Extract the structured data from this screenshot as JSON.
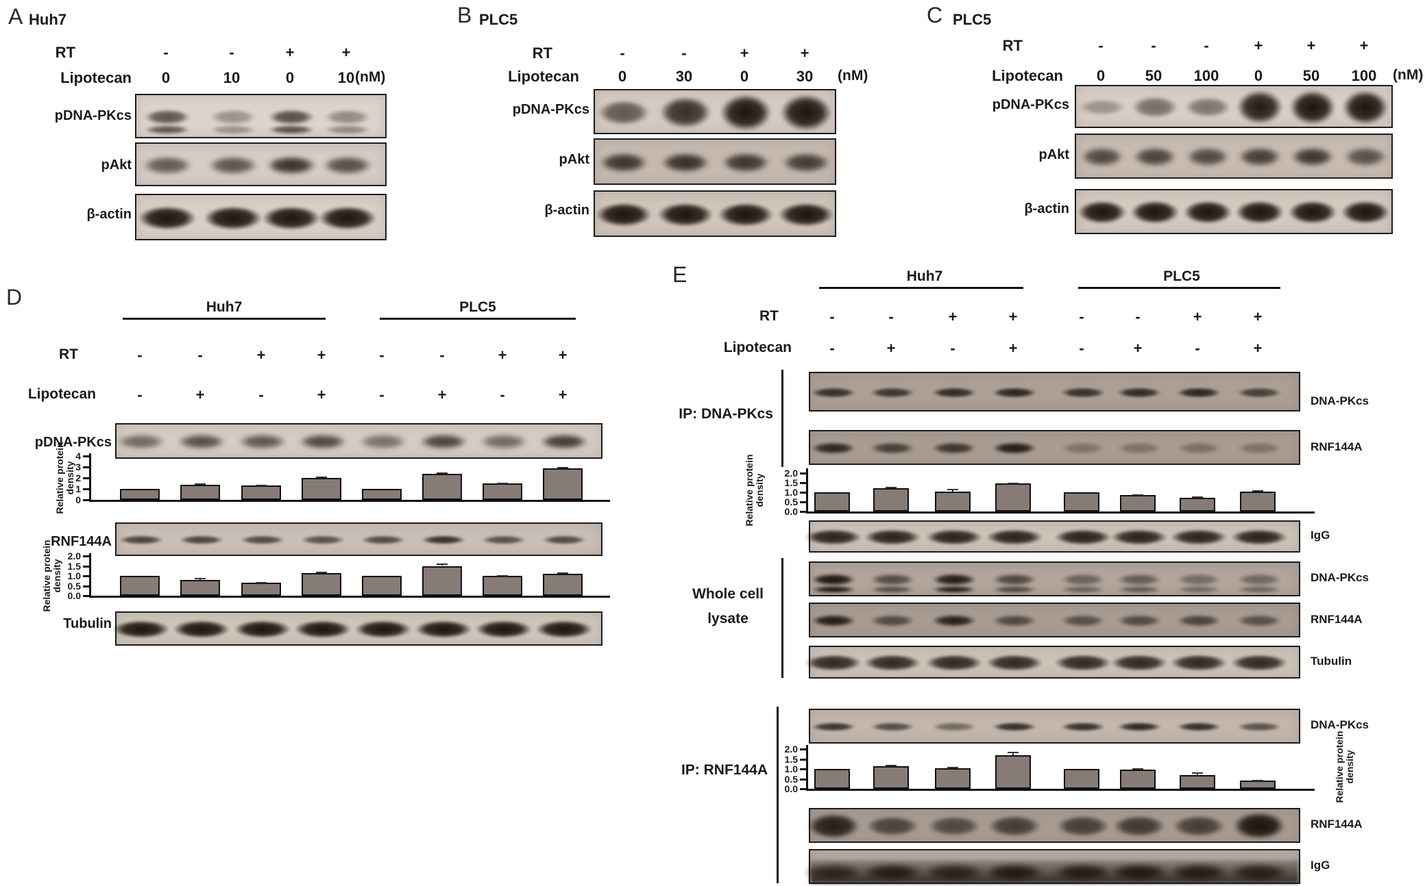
{
  "colors": {
    "bar_fill": "#867b75",
    "band_ink": "#150d08",
    "axis": "#111111"
  },
  "panels": {
    "A": {
      "letter": "A",
      "title": "Huh7",
      "rows": [
        {
          "label": "RT",
          "values": [
            "-",
            "-",
            "+",
            "+"
          ]
        },
        {
          "label": "Lipotecan",
          "values": [
            "0",
            "10",
            "0",
            "10"
          ],
          "unit": "(nM)"
        }
      ],
      "blots": [
        {
          "label": "pDNA-PKcs",
          "style": "double",
          "bg": "#ddd4cd",
          "bands": [
            0.55,
            0.12,
            0.6,
            0.18
          ]
        },
        {
          "label": "pAkt",
          "style": "fuzzy",
          "bg": "#d6cdc6",
          "bands": [
            0.5,
            0.55,
            0.8,
            0.6
          ]
        },
        {
          "label": "β-actin",
          "style": "thick",
          "bg": "#d8d0c6",
          "bands": [
            1,
            1,
            1,
            1
          ]
        }
      ]
    },
    "B": {
      "letter": "B",
      "title": "PLC5",
      "rows": [
        {
          "label": "RT",
          "values": [
            "-",
            "-",
            "+",
            "+"
          ]
        },
        {
          "label": "Lipotecan",
          "values": [
            "0",
            "30",
            "0",
            "30"
          ],
          "unit": "(nM)"
        }
      ],
      "blots": [
        {
          "label": "pDNA-PKcs",
          "style": "blob",
          "bg": "#d5cbc3",
          "bands": [
            0.5,
            0.8,
            1,
            1
          ]
        },
        {
          "label": "pAkt",
          "style": "fuzzy",
          "bg": "#c6bab0",
          "bands": [
            0.75,
            0.8,
            0.75,
            0.7
          ]
        },
        {
          "label": "β-actin",
          "style": "thick",
          "bg": "#cfc5ba",
          "bands": [
            1,
            1,
            1,
            1
          ]
        }
      ]
    },
    "C": {
      "letter": "C",
      "title": "PLC5",
      "rows": [
        {
          "label": "RT",
          "values": [
            "-",
            "-",
            "-",
            "+",
            "+",
            "+"
          ]
        },
        {
          "label": "Lipotecan",
          "values": [
            "0",
            "50",
            "100",
            "0",
            "50",
            "100"
          ],
          "unit": "(nM)"
        }
      ],
      "blots": [
        {
          "label": "pDNA-PKcs",
          "style": "blob",
          "bg": "#d8cec6",
          "bands": [
            0.1,
            0.35,
            0.3,
            0.95,
            1,
            1
          ]
        },
        {
          "label": "pAkt",
          "style": "fuzzy",
          "bg": "#c8bcb2",
          "bands": [
            0.6,
            0.65,
            0.6,
            0.7,
            0.75,
            0.55
          ]
        },
        {
          "label": "β-actin",
          "style": "thick",
          "bg": "#d3c9bf",
          "bands": [
            1,
            1,
            1,
            1,
            1,
            1
          ]
        }
      ]
    },
    "D": {
      "letter": "D",
      "groups": [
        {
          "label": "Huh7"
        },
        {
          "label": "PLC5"
        }
      ],
      "rows": [
        {
          "label": "RT",
          "values": [
            "-",
            "-",
            "+",
            "+",
            "-",
            "-",
            "+",
            "+"
          ]
        },
        {
          "label": "Lipotecan",
          "values": [
            "-",
            "+",
            "-",
            "+",
            "-",
            "+",
            "-",
            "+"
          ]
        }
      ],
      "blots": [
        {
          "label": "pDNA-PKcs",
          "style": "fuzzy",
          "bg": "#d5ccc4",
          "bands": [
            0.4,
            0.6,
            0.55,
            0.65,
            0.35,
            0.7,
            0.4,
            0.75
          ]
        },
        {
          "label": "RNF144A",
          "style": "thin",
          "bg": "#cabfb6",
          "bands": [
            0.65,
            0.65,
            0.6,
            0.55,
            0.6,
            0.8,
            0.55,
            0.6
          ]
        },
        {
          "label": "Tubulin",
          "style": "thick",
          "bg": "#cfc6bc",
          "bands": [
            1,
            1,
            1,
            1,
            1,
            1,
            1,
            1
          ]
        }
      ],
      "charts": [
        {
          "ylabel": "Relative protein density",
          "ymax": 4,
          "tick_labels": [
            "4",
            "3",
            "2",
            "1",
            "0"
          ],
          "values": [
            1.0,
            1.4,
            1.3,
            2.0,
            1.0,
            2.4,
            1.5,
            2.9
          ],
          "errors": [
            0,
            0.07,
            0.06,
            0.12,
            0,
            0.1,
            0.07,
            0.1
          ]
        },
        {
          "ylabel": "Relative protein density",
          "ymax": 2,
          "tick_labels": [
            "2.0",
            "1.5",
            "1.0",
            "0.5",
            "0.0"
          ],
          "values": [
            1.0,
            0.8,
            0.65,
            1.15,
            1.0,
            1.5,
            1.0,
            1.1
          ],
          "errors": [
            0,
            0.08,
            0.05,
            0.06,
            0,
            0.12,
            0.05,
            0.08
          ]
        }
      ]
    },
    "E": {
      "letter": "E",
      "groups": [
        {
          "label": "Huh7"
        },
        {
          "label": "PLC5"
        }
      ],
      "rows": [
        {
          "label": "RT",
          "values": [
            "-",
            "-",
            "+",
            "+",
            "-",
            "-",
            "+",
            "+"
          ]
        },
        {
          "label": "Lipotecan",
          "values": [
            "-",
            "+",
            "-",
            "+",
            "-",
            "+",
            "-",
            "+"
          ]
        }
      ],
      "sections": [
        {
          "label": "IP: DNA-PKcs",
          "items": [
            {
              "kind": "blot",
              "label": "DNA-PKcs",
              "style": "thin",
              "bg": "#aca096",
              "bands": [
                0.75,
                0.7,
                0.8,
                0.85,
                0.75,
                0.8,
                0.85,
                0.6
              ]
            },
            {
              "kind": "blot",
              "label": "RNF144A",
              "style": "normal",
              "bg": "#a99d93",
              "bands": [
                0.85,
                0.6,
                0.7,
                0.95,
                0.08,
                0.1,
                0.12,
                0.1
              ]
            },
            {
              "kind": "chart",
              "ylabel": "Relative protein density",
              "ymax": 2,
              "tick_labels": [
                "2.0",
                "1.5",
                "1.0",
                "0.5",
                "0.0"
              ],
              "values": [
                1.0,
                1.2,
                1.05,
                1.45,
                1.0,
                0.85,
                0.7,
                1.05
              ],
              "errors": [
                0,
                0.1,
                0.12,
                0.06,
                0,
                0.05,
                0.08,
                0.04
              ]
            },
            {
              "kind": "blot",
              "label": "IgG",
              "style": "thick",
              "bg": "#cdc3b9",
              "bands": [
                0.9,
                0.9,
                0.9,
                0.9,
                0.9,
                0.9,
                0.9,
                0.9
              ]
            }
          ]
        },
        {
          "label": "Whole cell lysate",
          "label_lines": [
            "Whole cell",
            "lysate"
          ],
          "items": [
            {
              "kind": "blot",
              "label": "DNA-PKcs",
              "style": "double",
              "bg": "#b2a69c",
              "bands": [
                1,
                0.5,
                0.95,
                0.55,
                0.3,
                0.35,
                0.22,
                0.25
              ]
            },
            {
              "kind": "blot",
              "label": "RNF144A",
              "style": "normal",
              "bg": "#a89c92",
              "bands": [
                0.95,
                0.5,
                0.9,
                0.5,
                0.45,
                0.5,
                0.55,
                0.45
              ]
            },
            {
              "kind": "blot",
              "label": "Tubulin",
              "style": "thick",
              "bg": "#cdc3b9",
              "bands": [
                0.85,
                0.85,
                0.85,
                0.85,
                0.85,
                0.85,
                0.85,
                0.85
              ]
            }
          ]
        },
        {
          "label": "IP: RNF144A",
          "items": [
            {
              "kind": "blot",
              "label": "DNA-PKcs",
              "style": "thin",
              "bg": "#c3b7ad",
              "bands": [
                0.75,
                0.55,
                0.3,
                0.8,
                0.8,
                0.85,
                0.8,
                0.5
              ]
            },
            {
              "kind": "chart",
              "ylabel": "Relative protein density",
              "ymax": 2,
              "ylabel_side": "right",
              "tick_labels": [
                "2.0",
                "1.5",
                "1.0",
                "0.5",
                "0.0"
              ],
              "values": [
                1.0,
                1.15,
                1.05,
                1.7,
                1.0,
                0.95,
                0.7,
                0.4
              ],
              "errors": [
                0,
                0.06,
                0.06,
                0.15,
                0,
                0.07,
                0.12,
                0.05
              ]
            },
            {
              "kind": "blot",
              "label": "RNF144A",
              "style": "blob",
              "bg": "#a89c92",
              "bands": [
                0.9,
                0.55,
                0.5,
                0.6,
                0.6,
                0.65,
                0.6,
                1.0
              ]
            },
            {
              "kind": "blot",
              "label": "IgG",
              "style": "smear",
              "bg": "#b7ada3",
              "bands": [
                0.6,
                0.8,
                0.7,
                0.85,
                0.8,
                0.85,
                0.8,
                0.75
              ]
            }
          ]
        }
      ]
    }
  }
}
